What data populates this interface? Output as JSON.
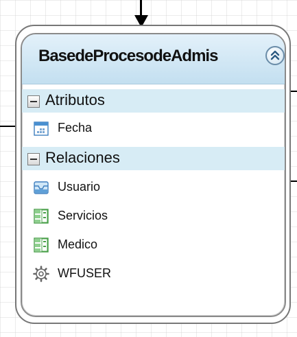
{
  "entity": {
    "title": "BasedeProcesodeAdmis",
    "collapse_icon": "chevron-double-up-icon"
  },
  "sections": [
    {
      "label": "Atributos",
      "toggle_icon": "minus-collapse-icon",
      "items": [
        {
          "label": "Fecha",
          "icon": "calendar-icon"
        }
      ]
    },
    {
      "label": "Relaciones",
      "toggle_icon": "minus-collapse-icon",
      "items": [
        {
          "label": "Usuario",
          "icon": "inbox-tray-icon"
        },
        {
          "label": "Servicios",
          "icon": "table-grid-icon"
        },
        {
          "label": "Medico",
          "icon": "table-grid-icon"
        },
        {
          "label": "WFUSER",
          "icon": "gear-icon"
        }
      ]
    }
  ],
  "colors": {
    "header_gradient_top": "#e3f1fa",
    "header_gradient_bottom": "#c3dff0",
    "section_band": "#d7ecf5",
    "border": "#777777"
  }
}
